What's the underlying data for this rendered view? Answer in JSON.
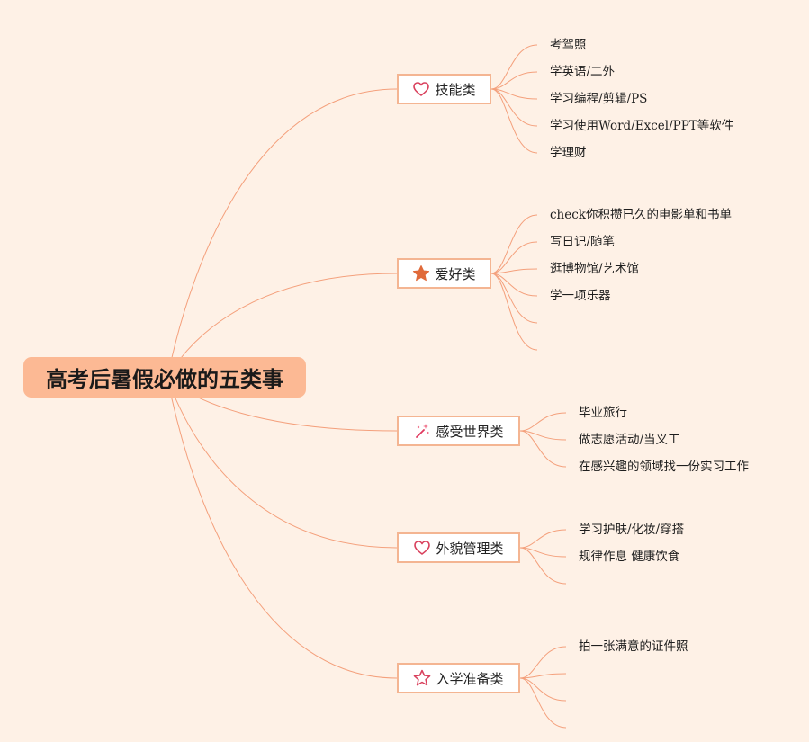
{
  "root": {
    "label": "高考后暑假必做的五类事"
  },
  "branches": [
    {
      "label": "技能类",
      "icon": "heart-outline-icon",
      "items": [
        "考驾照",
        "学英语/二外",
        "学习编程/剪辑/PS",
        "学习使用Word/Excel/PPT等软件",
        "学理财"
      ]
    },
    {
      "label": "爱好类",
      "icon": "star-filled-icon",
      "items": [
        "check你积攒已久的电影单和书单",
        "写日记/随笔",
        "逛博物馆/艺术馆",
        "学一项乐器",
        "",
        ""
      ]
    },
    {
      "label": "感受世界类",
      "icon": "magic-wand-icon",
      "items": [
        "毕业旅行",
        "做志愿活动/当义工",
        "在感兴趣的领域找一份实习工作"
      ]
    },
    {
      "label": "外貌管理类",
      "icon": "heart-outline-icon",
      "items": [
        "学习护肤/化妆/穿搭",
        "规律作息 健康饮食",
        ""
      ]
    },
    {
      "label": "入学准备类",
      "icon": "star-outline-icon",
      "items": [
        "拍一张满意的证件照",
        "",
        "",
        ""
      ]
    }
  ],
  "colors": {
    "background": "#fef1e6",
    "root_fill": "#fcb994",
    "line": "#f4a07c",
    "node_border": "#f4b592"
  }
}
